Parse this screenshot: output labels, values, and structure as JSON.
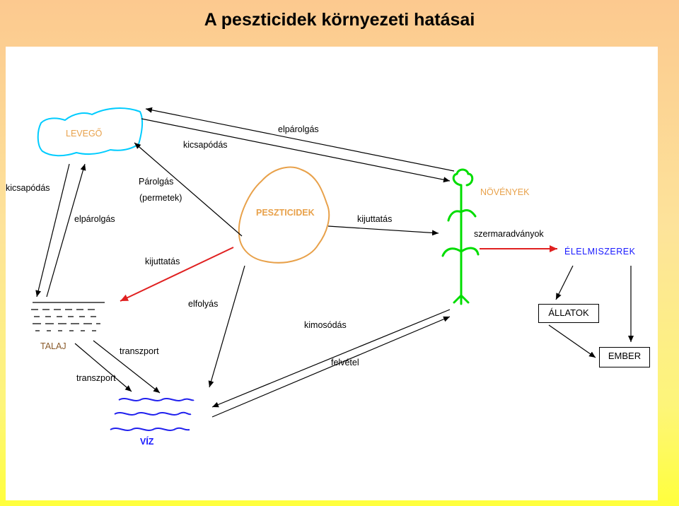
{
  "title": "A peszticidek környezeti hatásai",
  "nodes": {
    "air": "LEVEGŐ",
    "pesticides": "PESZTICIDEK",
    "plants": "NÖVÉNYEK",
    "food": "ÉLELMISZEREK",
    "soil": "TALAJ",
    "animals": "ÁLLATOK",
    "human": "EMBER",
    "water": "VÍZ"
  },
  "edges": {
    "evap_top": "elpárolgás",
    "precip_top": "kicsapódás",
    "precip_left": "kicsapódás",
    "evap_left": "elpárolgás",
    "vapor": "Párolgás",
    "spray": "(permetek)",
    "release_plants": "kijuttatás",
    "release_soil": "kijuttatás",
    "residues": "szermaradványok",
    "runoff": "elfolyás",
    "leaching": "kimosódás",
    "transport_1": "transzport",
    "transport_2": "transzport",
    "uptake": "felvétel"
  },
  "colors": {
    "air": "#00ccff",
    "pesticides": "#e8a14a",
    "plants": "#00dd00",
    "food_arrow": "#e02020",
    "water": "#2020ee"
  }
}
